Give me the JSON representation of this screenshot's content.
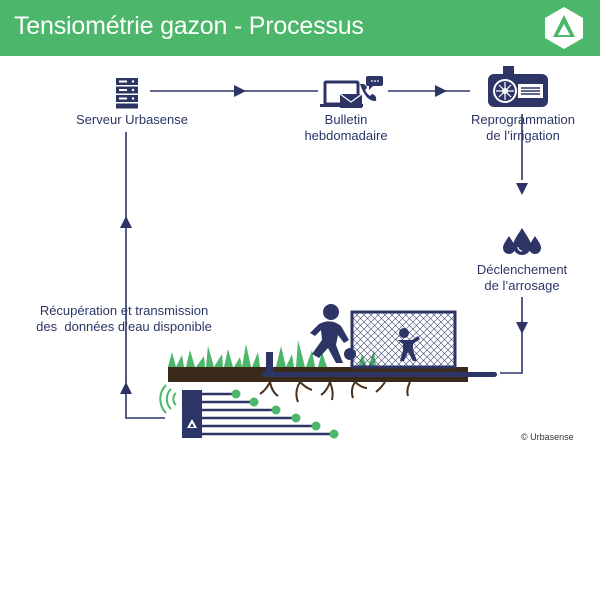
{
  "header": {
    "title": "Tensiométrie gazon - Processus",
    "background": "#4cb66a"
  },
  "nodes": {
    "server": {
      "label": "Serveur Urbasense",
      "icon": "server-icon"
    },
    "bulletin": {
      "line1": "Bulletin",
      "line2": "hebdomadaire",
      "icon": "laptop-mail-phone-icon"
    },
    "reprogramming": {
      "line1": "Reprogrammation",
      "line2": "de l’irrigation",
      "icon": "irrigation-controller-icon"
    },
    "watering": {
      "line1": "Déclenchement",
      "line2": "de l’arrosage",
      "icon": "water-drops-icon"
    },
    "recovery": {
      "line1": "Récupération et transmission",
      "line2": "des  données d’eau disponible"
    }
  },
  "copyright": "© Urbasense",
  "colors": {
    "navy": "#2c3566",
    "green": "#4cb66a",
    "soil": "#3a2a1a"
  }
}
